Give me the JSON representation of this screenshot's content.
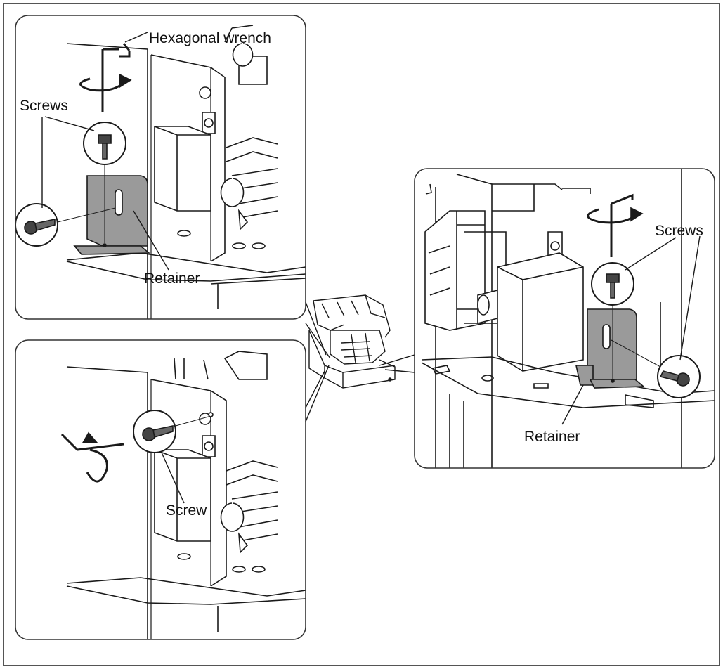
{
  "labels": {
    "panel1_tool": "Hexagonal wrench",
    "panel1_screws": "Screws",
    "panel1_part": "Retainer",
    "panel2_screw": "Screw",
    "panel3_screws": "Screws",
    "panel3_part": "Retainer"
  },
  "colors": {
    "line": "#1a1a1a",
    "retainer_fill": "#9a9a9a",
    "panel_border": "#333333",
    "background": "#ffffff"
  }
}
